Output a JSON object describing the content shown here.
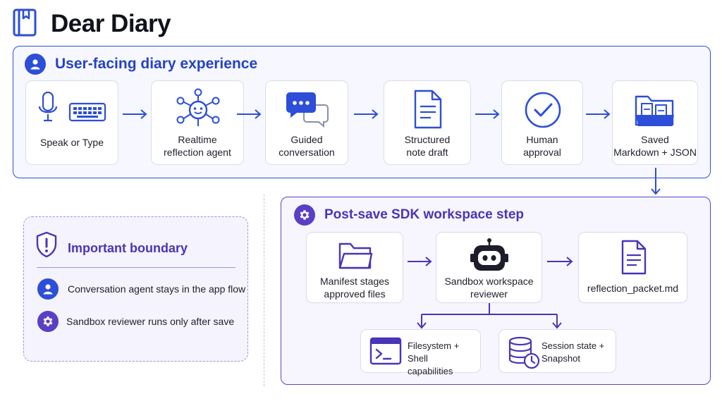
{
  "header": {
    "title": "Dear Diary",
    "logo_icon": "diary-book-icon"
  },
  "top_section": {
    "title": "User-facing diary experience",
    "icon": "user-icon",
    "steps": [
      {
        "id": "speak",
        "label": "Speak or Type",
        "icons": [
          "microphone-icon",
          "keyboard-icon"
        ]
      },
      {
        "id": "agent",
        "label": "Realtime\nreflection agent",
        "icons": [
          "agent-network-icon"
        ]
      },
      {
        "id": "conversation",
        "label": "Guided\nconversation",
        "icons": [
          "chat-bubbles-icon"
        ]
      },
      {
        "id": "draft",
        "label": "Structured\nnote draft",
        "icons": [
          "document-icon"
        ]
      },
      {
        "id": "approval",
        "label": "Human\napproval",
        "icons": [
          "checkmark-circle-icon"
        ]
      },
      {
        "id": "saved",
        "label": "Saved\nMarkdown + JSON",
        "icons": [
          "folder-files-icon"
        ]
      }
    ]
  },
  "sdk_section": {
    "title": "Post-save SDK workspace step",
    "icon": "gear-icon",
    "nodes": [
      {
        "id": "manifest",
        "label": "Manifest stages\napproved files",
        "icon": "folder-icon"
      },
      {
        "id": "reviewer",
        "label": "Sandbox workspace\nreviewer",
        "icon": "robot-icon"
      },
      {
        "id": "packet",
        "label": "reflection_packet.md",
        "icon": "document-icon"
      },
      {
        "id": "filesystem",
        "label": "Filesystem + Shell\ncapabilities",
        "icon": "terminal-icon"
      },
      {
        "id": "session",
        "label": "Session state +\nSnapshot",
        "icon": "database-clock-icon"
      }
    ]
  },
  "boundary": {
    "title": "Important boundary",
    "icon": "shield-alert-icon",
    "notes": [
      {
        "text": "Conversation agent stays in the app flow",
        "icon": "user-icon"
      },
      {
        "text": "Sandbox reviewer runs only after save",
        "icon": "gear-icon"
      }
    ]
  },
  "colors": {
    "primary_blue": "#2c4ed8",
    "primary_purple": "#5a3fc4",
    "panel_blue_border": "#2f4fd6",
    "panel_purple_border": "#5a45c6",
    "boundary_border": "#8e9ed8"
  }
}
